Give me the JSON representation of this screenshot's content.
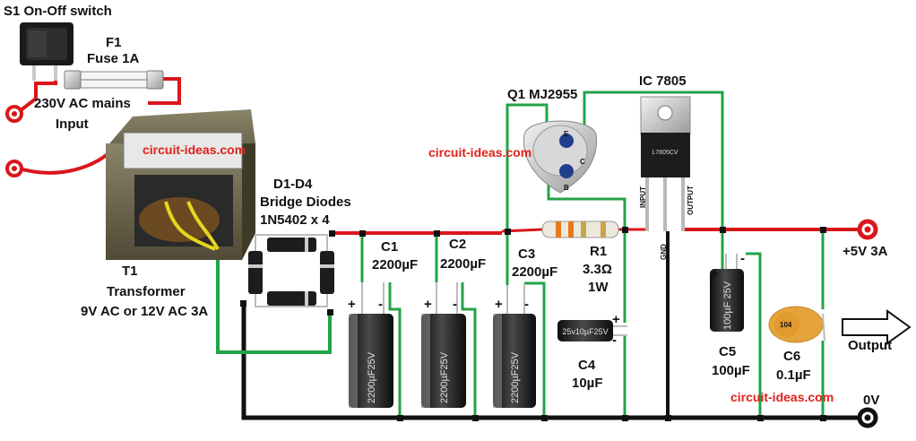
{
  "labels": {
    "s1": "S1 On-Off switch",
    "f1_ref": "F1",
    "f1_val": "Fuse 1A",
    "mains_1": "230V AC mains",
    "mains_2": "Input",
    "t1_ref": "T1",
    "t1_name": "Transformer",
    "t1_val": "9V AC or 12V AC 3A",
    "d_ref": "D1-D4",
    "d_name": "Bridge Diodes",
    "d_val": "1N5402 x 4",
    "c1_ref": "C1",
    "c1_val": "2200µF",
    "c2_ref": "C2",
    "c2_val": "2200µF",
    "c3_ref": "C3",
    "c3_val": "2200µF",
    "q1": "Q1 MJ2955",
    "q_e": "E",
    "q_c": "C",
    "q_b": "B",
    "ic": "IC 7805",
    "ic_input": "INPUT",
    "ic_output": "OUTPUT",
    "ic_gnd": "GND",
    "ic_marking": "L7805CV",
    "r1_ref": "R1",
    "r1_val": "3.3Ω",
    "r1_power": "1W",
    "c4_ref": "C4",
    "c4_val": "10µF",
    "c4_marking": "25v10µF25V",
    "c5_ref": "C5",
    "c5_val": "100µF",
    "c5_marking": "100µF 25V",
    "c6_ref": "C6",
    "c6_val": "0.1µF",
    "c6_marking": "104",
    "cap_marking": "2200µF25V",
    "plus": "+",
    "minus": "-",
    "out_v": "+5V 3A",
    "out_gnd": "0V",
    "output": "Output"
  },
  "watermarks": [
    "circuit-ideas.com",
    "circuit-ideas.com",
    "circuit-ideas.com"
  ],
  "colors": {
    "wire_red": "#d9161b",
    "wire_green": "#22a447",
    "wire_black": "#111111",
    "watermark": "#e0211a"
  }
}
